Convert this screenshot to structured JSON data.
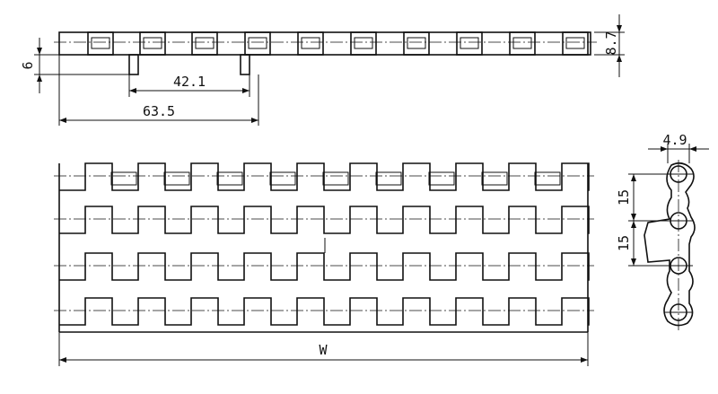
{
  "drawing": {
    "dimensions": {
      "top_height": "8.7",
      "tab_height": "6",
      "tab_pitch": "42.1",
      "tab_span": "63.5",
      "width": "W",
      "side_thickness": "4.9",
      "side_pitch_upper": "15",
      "side_pitch_lower": "15"
    }
  }
}
